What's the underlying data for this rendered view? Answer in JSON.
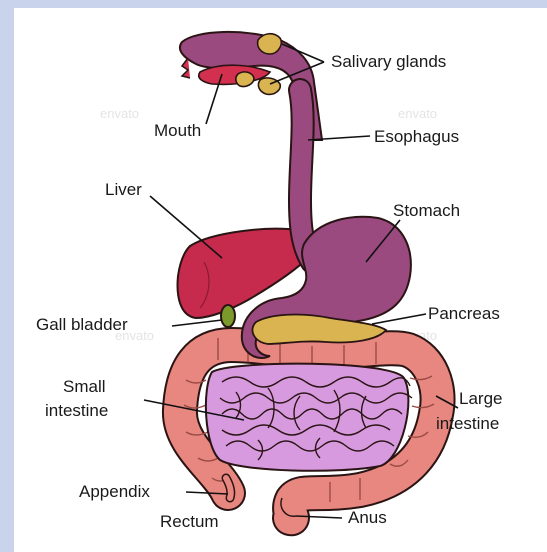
{
  "labels": {
    "salivary_glands": "Salivary glands",
    "mouth": "Mouth",
    "esophagus": "Esophagus",
    "liver": "Liver",
    "stomach": "Stomach",
    "gall_bladder": "Gall bladder",
    "pancreas": "Pancreas",
    "small_intestine_1": "Small",
    "small_intestine_2": "intestine",
    "large_intestine_1": "Large",
    "large_intestine_2": "intestine",
    "appendix": "Appendix",
    "rectum": "Rectum",
    "anus": "Anus"
  },
  "watermark": "envato",
  "colors": {
    "background": "#c9d4ec",
    "tract": "#9a4a7f",
    "liver": "#c62a4c",
    "gland": "#d9b450",
    "gall_bladder": "#7a9a2c",
    "small_intestine": "#d79adf",
    "large_intestine": "#e7877f"
  }
}
